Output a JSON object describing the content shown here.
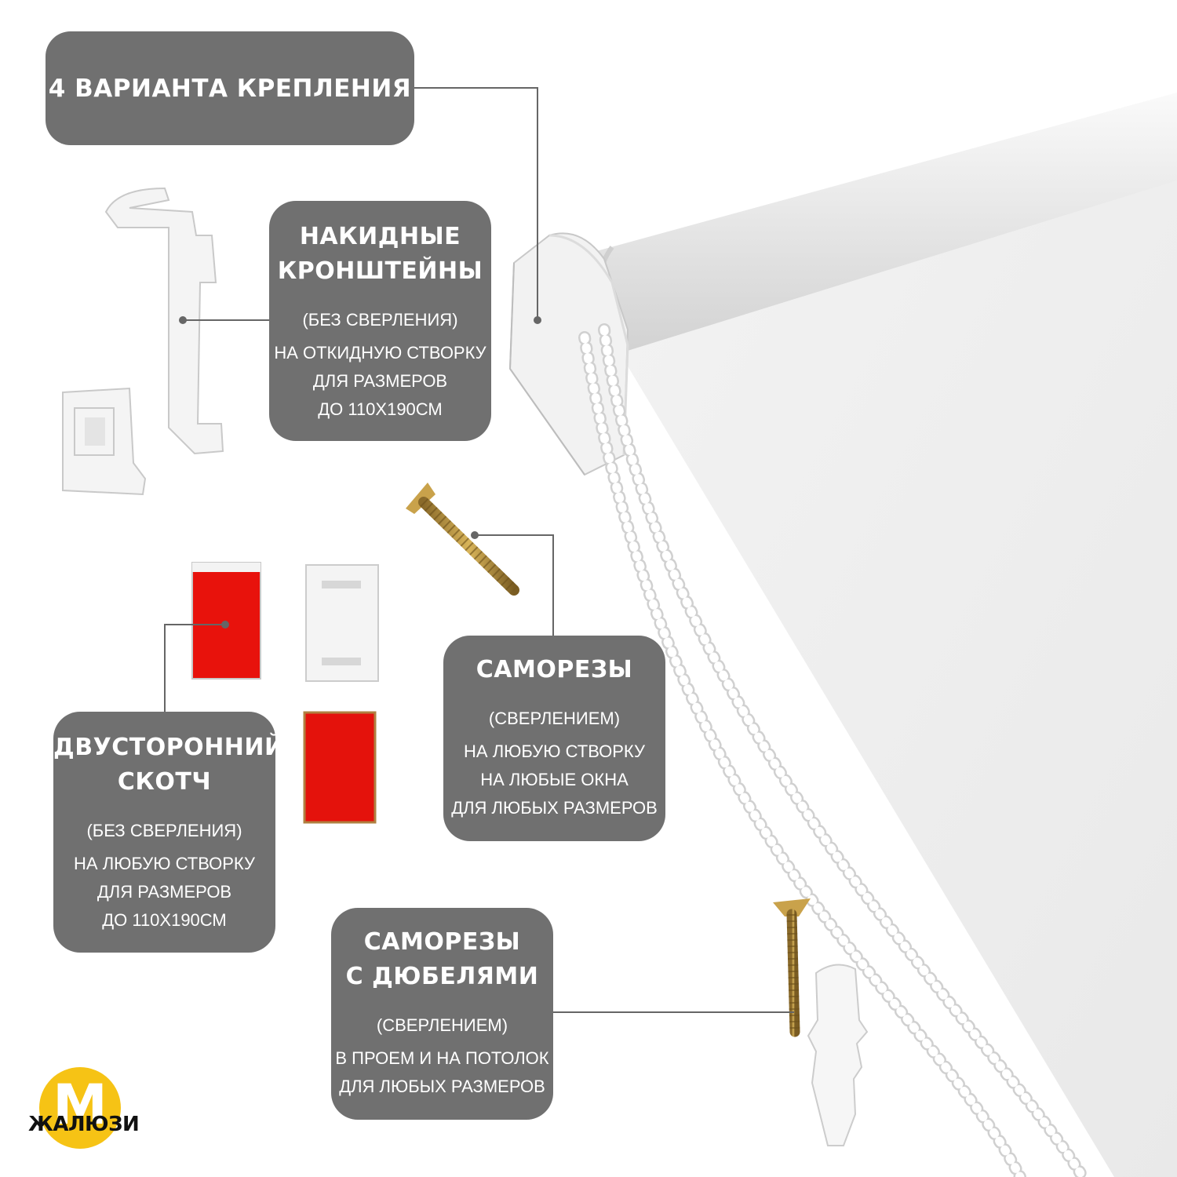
{
  "title": "4 ВАРИАНТА КРЕПЛЕНИЯ",
  "options": [
    {
      "heading": [
        "НАКИДНЫЕ",
        "КРОНШТЕЙНЫ"
      ],
      "drilling": "(БЕЗ СВЕРЛЕНИЯ)",
      "details": [
        "НА ОТКИДНУЮ СТВОРКУ",
        "ДЛЯ РАЗМЕРОВ",
        "ДО 110Х190СМ"
      ]
    },
    {
      "heading": [
        "САМОРЕЗЫ"
      ],
      "drilling": "(СВЕРЛЕНИЕМ)",
      "details": [
        "НА ЛЮБУЮ СТВОРКУ",
        "НА ЛЮБЫЕ ОКНА",
        "ДЛЯ ЛЮБЫХ РАЗМЕРОВ"
      ]
    },
    {
      "heading": [
        "ДВУСТОРОННИЙ",
        "СКОТЧ"
      ],
      "drilling": "(БЕЗ СВЕРЛЕНИЯ)",
      "details": [
        "НА ЛЮБУЮ СТВОРКУ",
        "ДЛЯ РАЗМЕРОВ",
        "ДО 110Х190СМ"
      ]
    },
    {
      "heading": [
        "САМОРЕЗЫ",
        "С ДЮБЕЛЯМИ"
      ],
      "drilling": "(СВЕРЛЕНИЕМ)",
      "details": [
        "В ПРОЕМ И НА ПОТОЛОК",
        "ДЛЯ ЛЮБЫХ РАЗМЕРОВ"
      ]
    }
  ],
  "logo": {
    "letter": "M",
    "text": "ЖАЛЮЗИ"
  },
  "colors": {
    "box": "#707070",
    "connector": "#666666",
    "logo_yellow": "#f6c315",
    "tape_red": "#e8120c"
  }
}
